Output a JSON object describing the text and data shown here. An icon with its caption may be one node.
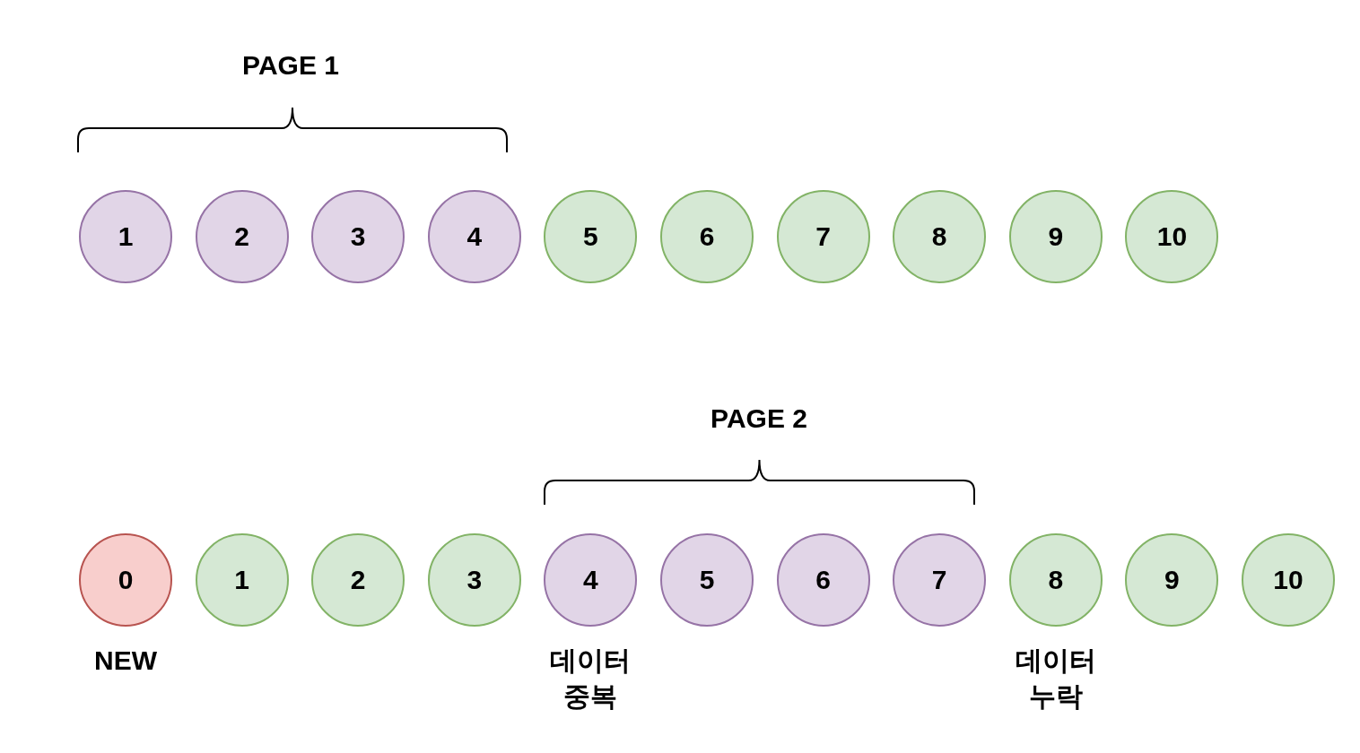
{
  "diagram": {
    "nodes": [
      {
        "text": [
          "1"
        ]
      },
      {
        "text": [
          "2"
        ]
      },
      {
        "text": [
          "3"
        ]
      },
      {
        "text": [
          "4"
        ]
      },
      {
        "text": [
          "5"
        ]
      },
      {
        "text": [
          "6"
        ]
      },
      {
        "text": [
          "7"
        ]
      },
      {
        "text": [
          "8"
        ]
      },
      {
        "text": [
          "9"
        ]
      },
      {
        "text": [
          "10"
        ]
      },
      {
        "text": [
          "0"
        ],
        "beside": [
          "NEW"
        ]
      },
      {
        "text": [
          "1"
        ]
      },
      {
        "text": [
          "2"
        ]
      },
      {
        "text": [
          "3"
        ]
      },
      {
        "text": [
          "4"
        ],
        "beside": [
          "데이터 중복"
        ]
      },
      {
        "text": [
          "5"
        ]
      },
      {
        "text": [
          "6"
        ]
      },
      {
        "text": [
          "7"
        ]
      },
      {
        "text": [
          "8"
        ],
        "beside": [
          "데이터 누락"
        ]
      },
      {
        "text": [
          "9"
        ]
      },
      {
        "text": [
          "10"
        ]
      }
    ],
    "edges": [],
    "labels": [
      "PAGE 1",
      "PAGE 2"
    ]
  }
}
